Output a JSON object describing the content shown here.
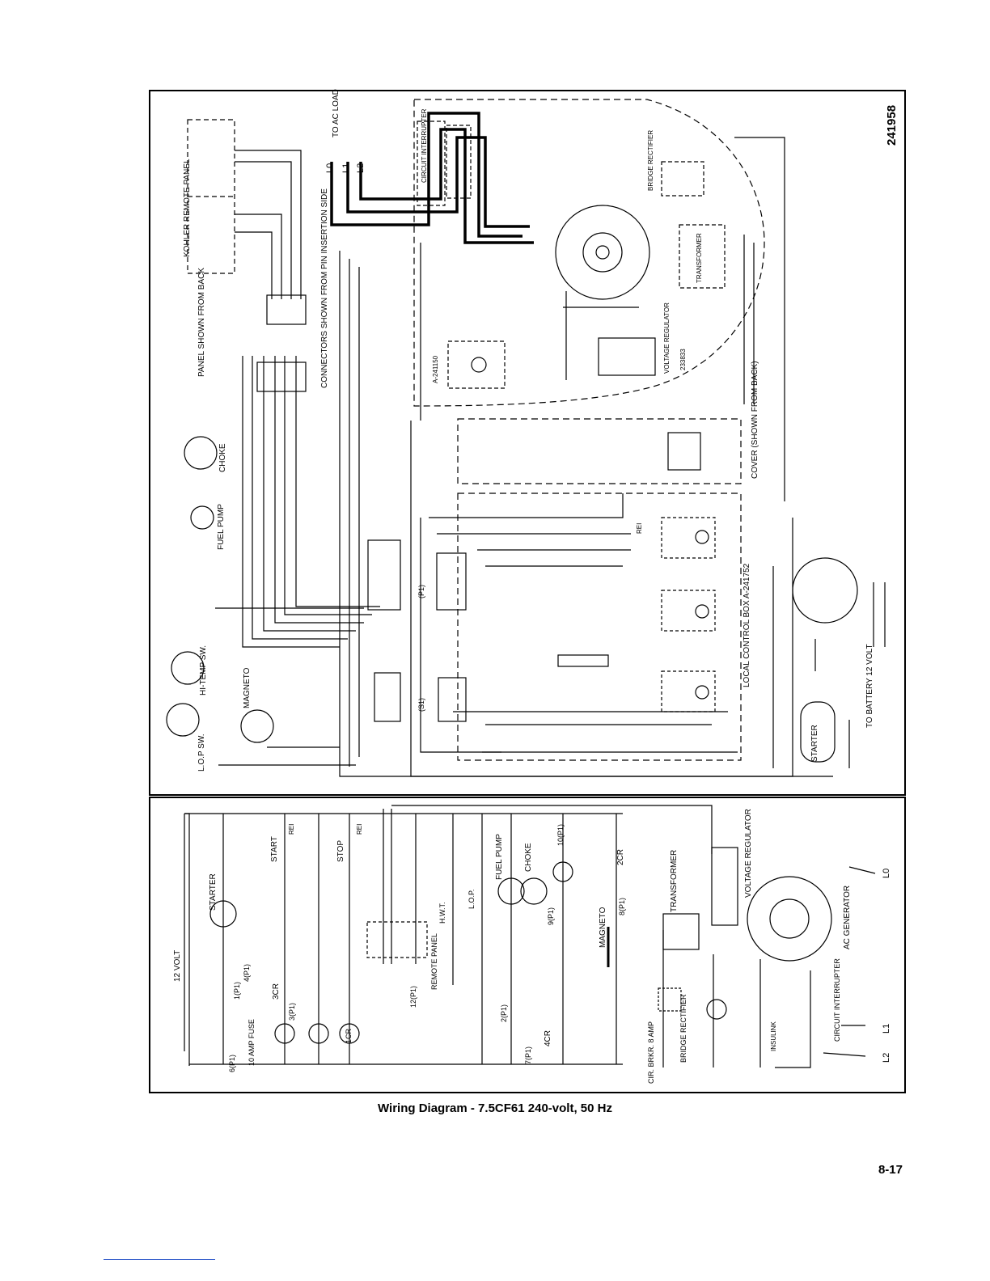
{
  "drawing_number": "241958",
  "caption": "Wiring Diagram - 7.5CF61 240-volt, 50 Hz",
  "page_number": "8-17",
  "pictorial": {
    "remote_panel": "KOHLER REMOTE PANEL",
    "panel_note": "PANEL SHOWN FROM BACK",
    "connectors_note": "CONNECTORS SHOWN FROM PIN INSERTION SIDE",
    "to_ac_load": "TO AC LOAD",
    "load_lines": [
      "L0",
      "L1",
      "L2"
    ],
    "circuit_interrupter": "CIRCUIT INTERRUPTER",
    "bridge_rectifier": "BRIDGE RECTIFIER",
    "transformer": "TRANSFORMER",
    "voltage_regulator": "VOLTAGE REGULATOR",
    "regulator_part": "233833",
    "relay_part": "A-241150",
    "choke": "CHOKE",
    "fuel_pump": "FUEL PUMP",
    "hi_temp": "HI-TEMP SW.",
    "ldp": "L.O.P SW.",
    "magneto": "MAGNETO",
    "cover": "COVER (SHOWN FROM BACK)",
    "control_box": "LOCAL CONTROL BOX A-241752",
    "to_battery": "TO BATTERY 12 VOLT",
    "starter": "STARTER",
    "p1": "(P1)",
    "s1": "(S1)",
    "rei": "REI"
  },
  "schematic": {
    "battery": "12 VOLT",
    "starter": "STARTER",
    "start": "START",
    "stop": "STOP",
    "fuse": "10 AMP FUSE",
    "remote_panel": "REMOTE PANEL",
    "hwt": "H.W.T.",
    "lop": "L.O.P.",
    "fuel_pump": "FUEL PUMP",
    "choke": "CHOKE",
    "magneto": "MAGNETO",
    "transformer": "TRANSFORMER",
    "voltage_regulator": "VOLTAGE REGULATOR",
    "ac_generator": "AC GENERATOR",
    "circuit_interrupter": "CIRCUIT INTERRUPTER",
    "bridge_rectifier": "BRIDGE RECTIFIER",
    "circuit_breaker": "CIR. BRKR. 8 AMP",
    "insulink": "INSULINK",
    "lines": [
      "L0",
      "L1",
      "L2"
    ],
    "relays": [
      "3CR",
      "2CR",
      "1CR",
      "4CR"
    ],
    "contacts": [
      "1(P1)",
      "4(P1)",
      "3(P1)",
      "6(P1)",
      "12(P1)",
      "2(P1)",
      "7(P1)",
      "9(P1)",
      "10(P1)",
      "8(P1)"
    ],
    "rei": "REI"
  }
}
